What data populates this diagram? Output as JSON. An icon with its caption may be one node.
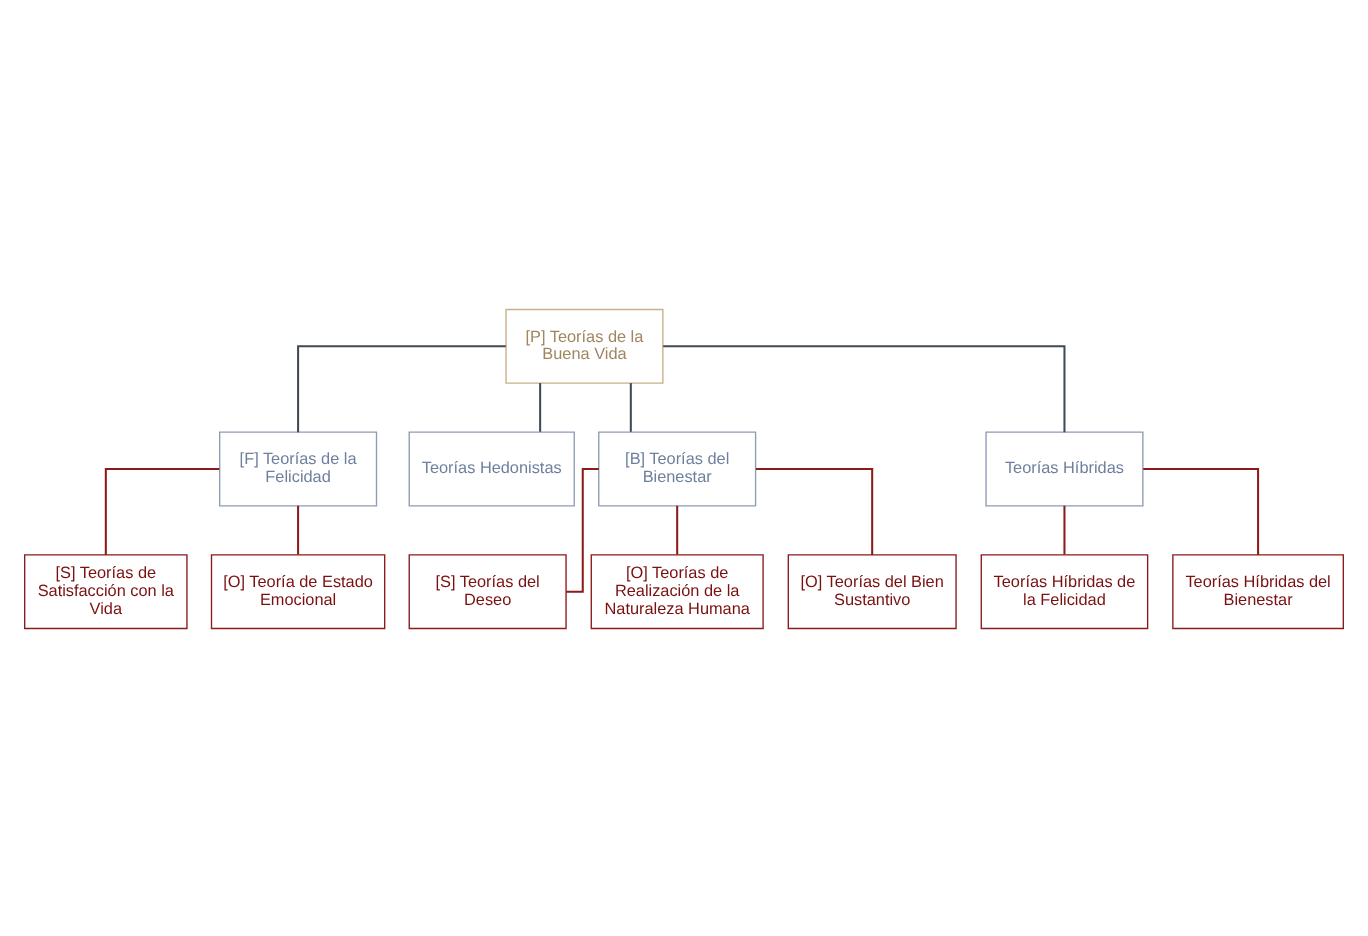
{
  "diagram": {
    "nodes": [
      {
        "text": [
          "[P] Teorías de la Buena Vida"
        ]
      },
      {
        "text": [
          "[F] Teorías de la Felicidad"
        ]
      },
      {
        "text": [
          "Teorías Hedonistas"
        ]
      },
      {
        "text": [
          "[B] Teorías del Bienestar"
        ]
      },
      {
        "text": [
          "Teorías Híbridas"
        ]
      },
      {
        "text": [
          "[S] Teorías de Satisfacción con la Vida"
        ]
      },
      {
        "text": [
          "[O] Teoría de Estado Emocional"
        ]
      },
      {
        "text": [
          "[S] Teorías del Deseo"
        ]
      },
      {
        "text": [
          "[O] Teorías de Realización de la Naturaleza Humana"
        ]
      },
      {
        "text": [
          "[O] Teorías del Bien Sustantivo"
        ]
      },
      {
        "text": [
          "Teorías Híbridas de la Felicidad"
        ]
      },
      {
        "text": [
          "Teorías Híbridas del Bienestar"
        ]
      }
    ],
    "edges": [
      {
        "from": 0,
        "to": 1,
        "arrow": "none",
        "color": "#3f4a54"
      },
      {
        "from": 0,
        "to": 2,
        "arrow": "none",
        "color": "#3f4a54"
      },
      {
        "from": 0,
        "to": 3,
        "arrow": "none",
        "color": "#3f4a54"
      },
      {
        "from": 0,
        "to": 4,
        "arrow": "none",
        "color": "#3f4a54"
      },
      {
        "from": 1,
        "to": 5,
        "arrow": "none"
      },
      {
        "from": 1,
        "to": 6,
        "arrow": "none"
      },
      {
        "from": 3,
        "to": 7,
        "arrow": "none"
      },
      {
        "from": 3,
        "to": 8,
        "arrow": "none"
      },
      {
        "from": 3,
        "to": 9,
        "arrow": "none"
      },
      {
        "from": 4,
        "to": 10,
        "arrow": "none"
      },
      {
        "from": 4,
        "to": 11,
        "arrow": "none"
      }
    ]
  }
}
